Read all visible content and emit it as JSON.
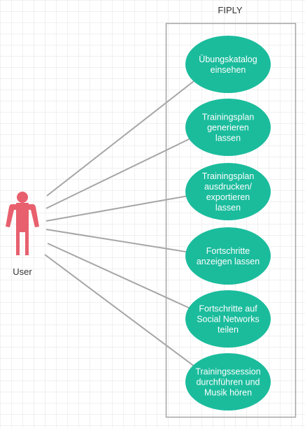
{
  "system": {
    "title": "FIPLY"
  },
  "actor": {
    "label": "User",
    "color": "#e8606e"
  },
  "colors": {
    "use_case_fill": "#1abc9c",
    "use_case_text": "#ffffff",
    "association_line": "#a6a6a6",
    "boundary_stroke": "#a6a6a6"
  },
  "use_cases": [
    {
      "lines": [
        "Übungskatalog",
        "einsehen"
      ]
    },
    {
      "lines": [
        "Trainingsplan",
        "generieren",
        "lassen"
      ]
    },
    {
      "lines": [
        "Trainingsplan",
        "ausdrucken/",
        "exportieren",
        "lassen"
      ]
    },
    {
      "lines": [
        "Fortschritte",
        "anzeigen lassen"
      ]
    },
    {
      "lines": [
        "Fortschritte auf",
        "Social Networks",
        "teilen"
      ]
    },
    {
      "lines": [
        "Trainingssession",
        "durchführen und",
        "Musik hören"
      ]
    }
  ]
}
